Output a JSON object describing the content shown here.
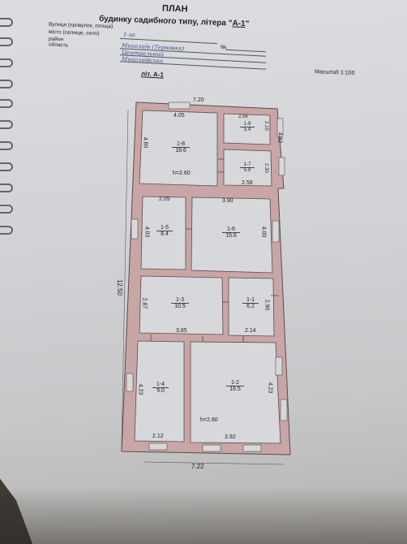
{
  "header": {
    "title": "ПЛАН",
    "subtitle_prefix": "будинку садибного типу, літера \"",
    "litera": "А-1",
    "subtitle_suffix": "\"",
    "street_label": "Вулиця (провулок, площа)",
    "city_label": "місто (селище, село)",
    "district_label": "район",
    "region_label": "область",
    "number_sign": "№",
    "city_value": "Миколаїв (Терновка)",
    "district_value": "Центральний",
    "region_value": "Миколаївська",
    "street_value": "1-го"
  },
  "plan_label": "літ. А-1",
  "scale_label": "Масштаб 1:100",
  "dimensions": {
    "top": "7.20",
    "bottom_total": "7.22",
    "left_total": "12.50",
    "r18_w": "4.05",
    "r18_h": "4.60",
    "r19_w": "2.56",
    "r19_h": "2.10",
    "r17_h": "2.30",
    "right_upper": "4.92",
    "r17_bottom": "2.58",
    "r15_w": "2.09",
    "r16_w": "3.90",
    "r15_h": "4.03",
    "r16_h": "4.00",
    "r13_h": "2.87",
    "r11_h": "2.90",
    "r13_w": "3.85",
    "r11_w": "2.14",
    "r14_h": "4.23",
    "r12_h": "4.23",
    "r14_w": "2.12",
    "r12_w": "3.92"
  },
  "rooms": [
    {
      "id": "1-8",
      "area": "18.6",
      "height": "h=2.60"
    },
    {
      "id": "1-9",
      "area": "5.4"
    },
    {
      "id": "1-7",
      "area": "5.9"
    },
    {
      "id": "1-5",
      "area": "8.4"
    },
    {
      "id": "1-6",
      "area": "15.6"
    },
    {
      "id": "1-3",
      "area": "10.5"
    },
    {
      "id": "1-1",
      "area": "6.2"
    },
    {
      "id": "1-4",
      "area": "9.0"
    },
    {
      "id": "1-2",
      "area": "16.5",
      "height": "h=2.80"
    }
  ],
  "colors": {
    "wall": "#c9a6a6",
    "wall_stroke": "#5a4a4a",
    "paper": "#d6d7da",
    "ink": "#222222"
  }
}
